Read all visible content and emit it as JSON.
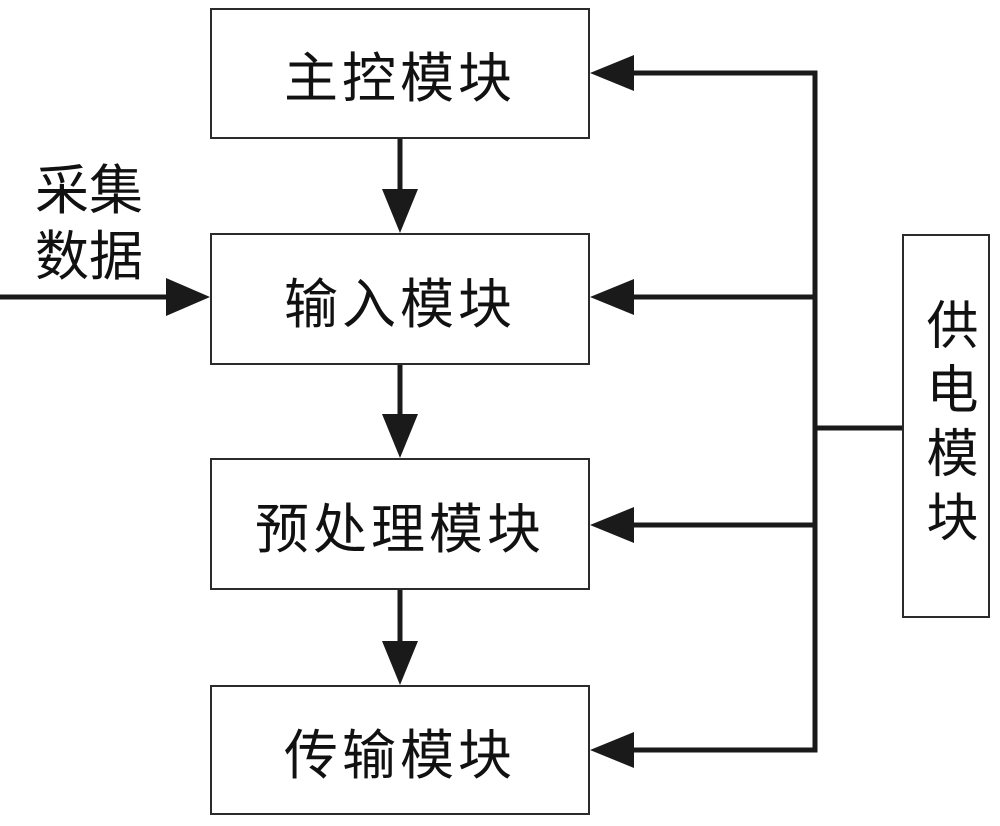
{
  "diagram": {
    "background_color": "#ffffff",
    "line_color": "#1a1a1a",
    "boxes": [
      {
        "id": "main-control",
        "label": "主控模块",
        "orientation": "horizontal"
      },
      {
        "id": "input",
        "label": "输入模块",
        "orientation": "horizontal"
      },
      {
        "id": "preprocess",
        "label": "预处理模块",
        "orientation": "horizontal"
      },
      {
        "id": "transmission",
        "label": "传输模块",
        "orientation": "horizontal"
      },
      {
        "id": "power-supply",
        "label": "供电模块",
        "orientation": "vertical"
      }
    ],
    "external_input_label": "采集\n数据",
    "connections": [
      {
        "from": "main-control",
        "to": "input",
        "type": "arrow-down"
      },
      {
        "from": "input",
        "to": "preprocess",
        "type": "arrow-down"
      },
      {
        "from": "preprocess",
        "to": "transmission",
        "type": "arrow-down"
      },
      {
        "from": "collected-data",
        "to": "input",
        "type": "arrow-right"
      },
      {
        "from": "power-supply",
        "to": "main-control",
        "type": "arrow-left"
      },
      {
        "from": "power-supply",
        "to": "input",
        "type": "arrow-left"
      },
      {
        "from": "power-supply",
        "to": "preprocess",
        "type": "arrow-left"
      },
      {
        "from": "power-supply",
        "to": "transmission",
        "type": "arrow-left"
      }
    ]
  }
}
